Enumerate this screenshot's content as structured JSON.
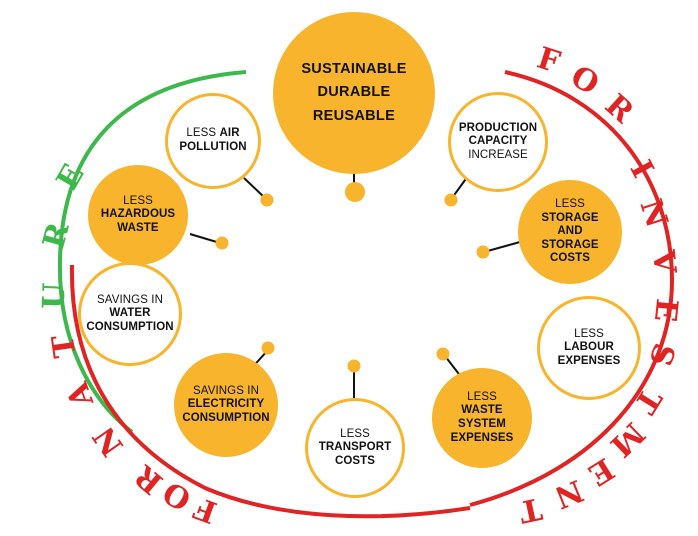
{
  "colors": {
    "accent": "#f7b42c",
    "green": "#3db84a",
    "red": "#e02424",
    "text": "#111111"
  },
  "center": {
    "lines": [
      "SUSTAINABLE",
      "DURABLE",
      "REUSABLE"
    ]
  },
  "arc_titles": {
    "nature": "FOR NATURE",
    "investment": "FOR INVESTMENT"
  },
  "benefits": [
    {
      "id": "air",
      "lines": [
        "LESS AIR",
        "POLLUTION"
      ]
    },
    {
      "id": "hazardous",
      "lines": [
        "LESS",
        "HAZARDOUS",
        "WASTE"
      ]
    },
    {
      "id": "water",
      "lines": [
        "SAVINGS IN",
        "WATER",
        "CONSUMPTION"
      ]
    },
    {
      "id": "electricity",
      "lines": [
        "SAVINGS IN",
        "ELECTRICITY",
        "CONSUMPTION"
      ]
    },
    {
      "id": "transport",
      "lines": [
        "LESS",
        "TRANSPORT",
        "COSTS"
      ]
    },
    {
      "id": "waste-system",
      "lines": [
        "LESS",
        "WASTE",
        "SYSTEM",
        "EXPENSES"
      ]
    },
    {
      "id": "labour",
      "lines": [
        "LESS",
        "LABOUR",
        "EXPENSES"
      ]
    },
    {
      "id": "storage",
      "lines": [
        "LESS",
        "STORAGE",
        "AND",
        "STORAGE",
        "COSTS"
      ]
    },
    {
      "id": "production",
      "lines": [
        "PRODUCTION",
        "CAPACITY",
        "INCREASE"
      ]
    }
  ]
}
